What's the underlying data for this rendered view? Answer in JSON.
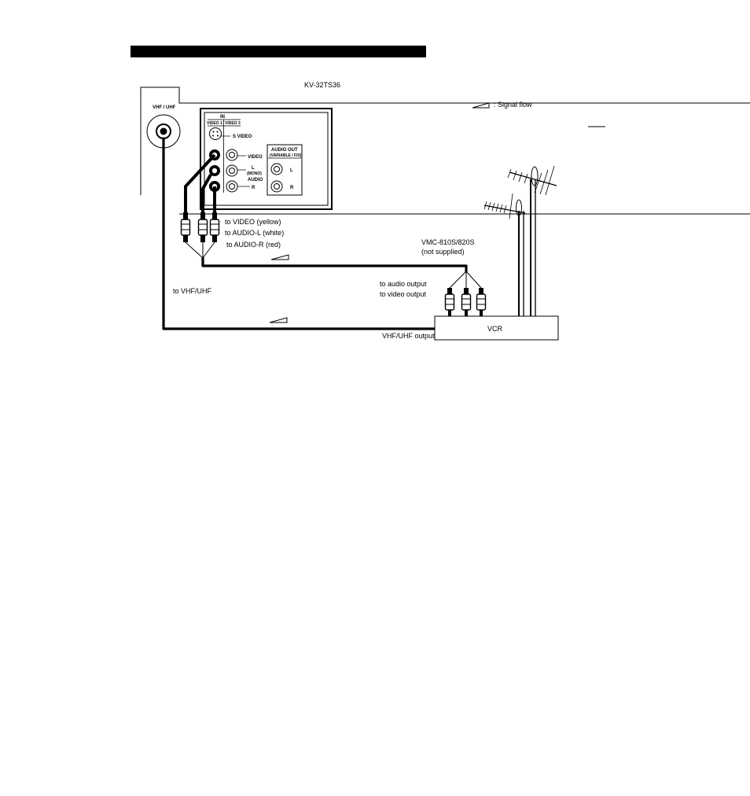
{
  "header_bar_color": "#000000",
  "tv": {
    "model": "KV-32TS36",
    "antenna_jack_label": "VHF / UHF",
    "panel": {
      "in_header": "IN",
      "video1": "VIDEO 1",
      "video3": "VIDEO 3",
      "s_video": "S VIDEO",
      "video": "VIDEO",
      "l_mono": "L",
      "mono": "(MONO)",
      "audio": "AUDIO",
      "r": "R",
      "audio_out": "AUDIO OUT",
      "variable_fix": "(VARIABLE / FIX)",
      "out_l": "L",
      "out_r": "R"
    }
  },
  "legend": {
    "text": ": Signal flow"
  },
  "plugs": {
    "video": "to VIDEO (yellow)",
    "audio_l": "to AUDIO-L (white)",
    "audio_r": "to AUDIO-R (red)"
  },
  "cable": {
    "model": "VMC-810S/820S",
    "note": "(not supplied)"
  },
  "to_vhf_uhf": "to VHF/UHF",
  "vcr": {
    "label": "VCR",
    "audio_output": "to audio output",
    "video_output": "to video output",
    "rf_output": "VHF/UHF output"
  }
}
